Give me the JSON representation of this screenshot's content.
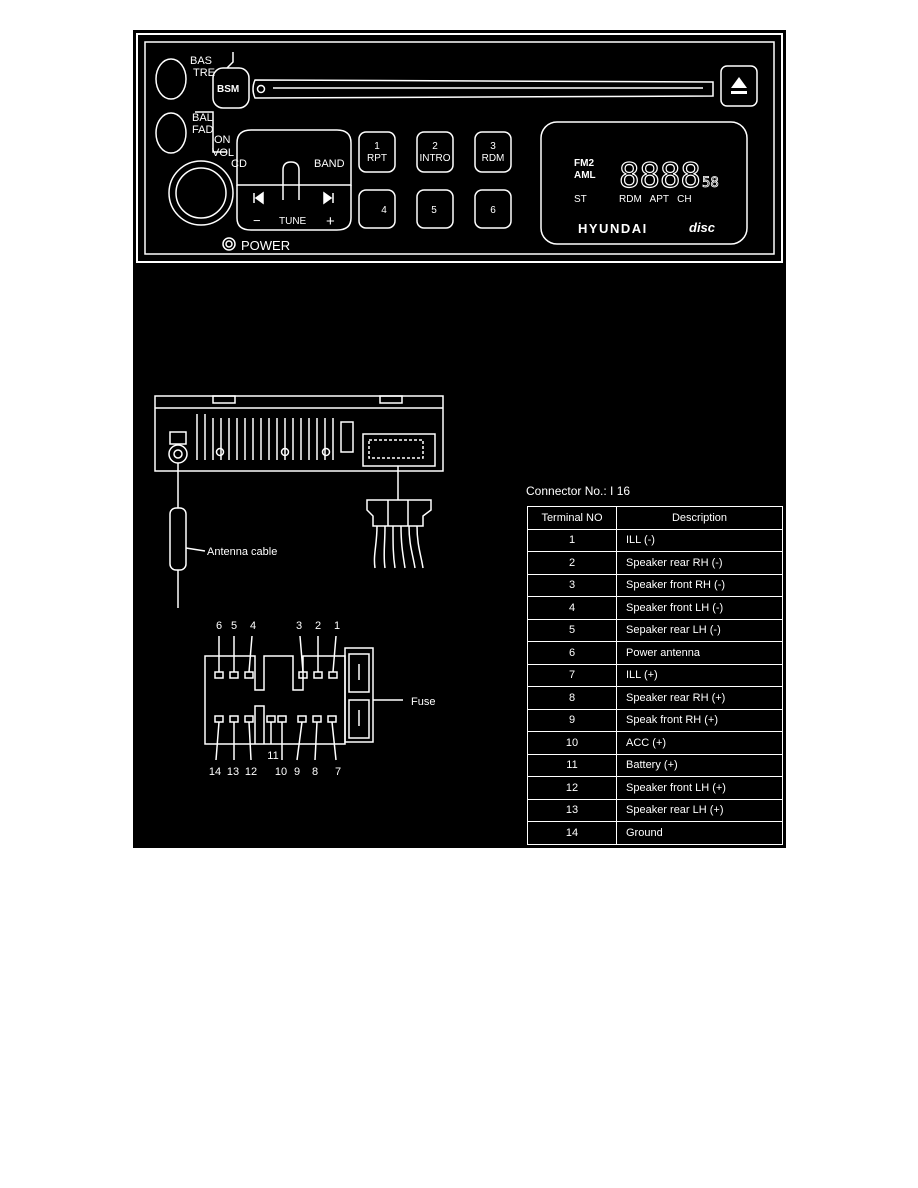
{
  "radio_panel": {
    "bas_tre": [
      "BAS",
      "TRE"
    ],
    "bsm": "BSM",
    "bal_fad": [
      "BAL",
      "FAD"
    ],
    "on_vol": [
      "ON",
      "VOL"
    ],
    "cd": "CD",
    "band": "BAND",
    "tune": "TUNE",
    "minus": "−",
    "plus": "+",
    "power": "POWER",
    "presets": [
      {
        "num": "1",
        "label": "RPT"
      },
      {
        "num": "2",
        "label": "INTRO"
      },
      {
        "num": "3",
        "label": "RDM"
      },
      {
        "num": "4",
        "label": ""
      },
      {
        "num": "5",
        "label": ""
      },
      {
        "num": "6",
        "label": ""
      }
    ],
    "display": {
      "band_top": "FM2",
      "band_bottom": "AML",
      "digits": "8888",
      "small_digits": "58",
      "st": "ST",
      "indicators": "RDM   APT   CH",
      "brand": "HYUNDAI",
      "disc": "disc"
    }
  },
  "antenna_label": "Antenna cable",
  "fuse_label": "Fuse",
  "pin_labels_top": [
    "6",
    "5",
    "4",
    "3",
    "2",
    "1"
  ],
  "pin_labels_bottom": [
    "14",
    "13",
    "12",
    "10",
    "9",
    "8",
    "7"
  ],
  "pin_label_11": "11",
  "connector_title": "Connector No.: I 16",
  "table": {
    "headers": [
      "Terminal NO",
      "Description"
    ],
    "rows": [
      {
        "no": "1",
        "desc": "ILL (-)"
      },
      {
        "no": "2",
        "desc": "Speaker rear RH (-)"
      },
      {
        "no": "3",
        "desc": "Speaker front RH (-)"
      },
      {
        "no": "4",
        "desc": "Speaker front LH (-)"
      },
      {
        "no": "5",
        "desc": "Sepaker rear LH (-)"
      },
      {
        "no": "6",
        "desc": "Power antenna"
      },
      {
        "no": "7",
        "desc": "ILL (+)"
      },
      {
        "no": "8",
        "desc": "Speaker rear RH (+)"
      },
      {
        "no": "9",
        "desc": "Speak front RH (+)"
      },
      {
        "no": "10",
        "desc": "ACC (+)"
      },
      {
        "no": "11",
        "desc": "Battery (+)"
      },
      {
        "no": "12",
        "desc": "Speaker front LH (+)"
      },
      {
        "no": "13",
        "desc": "Speaker rear LH (+)"
      },
      {
        "no": "14",
        "desc": "Ground"
      }
    ]
  }
}
